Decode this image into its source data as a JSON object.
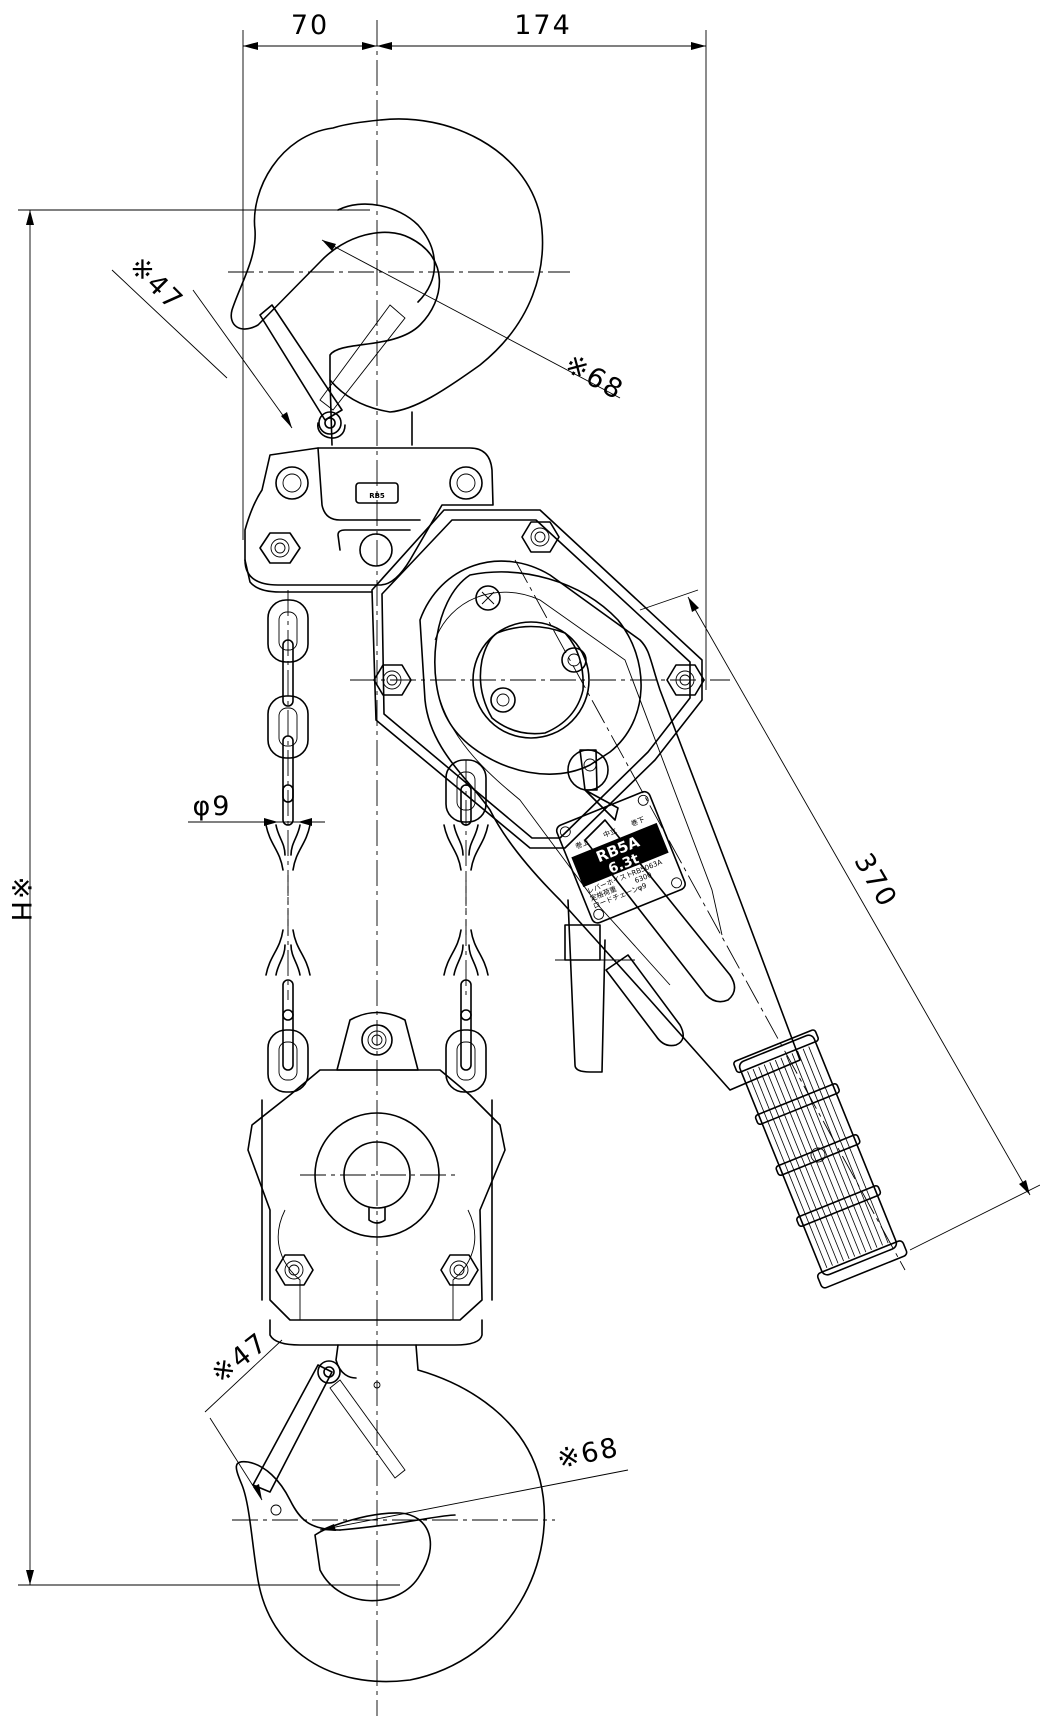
{
  "dimensions": {
    "offset_left": "70",
    "offset_right": "174",
    "hook_opening_top": "※47",
    "hook_throat_top": "※68",
    "chain_diameter": "φ9",
    "handle_length": "370",
    "overall_height": "※H",
    "hook_opening_bottom": "※47",
    "hook_throat_bottom": "※68"
  },
  "labels": {
    "body_badge": "RB5",
    "plate_model": "RB5A",
    "plate_capacity": "6.3t",
    "plate_wind_up": "巻上",
    "plate_neutral": "中立",
    "plate_wind_down": "巻下",
    "plate_specs": [
      "レバーホイスト",
      "RB5063A",
      "定格荷重",
      "6300",
      "ロードチェーン",
      "φ9"
    ]
  }
}
